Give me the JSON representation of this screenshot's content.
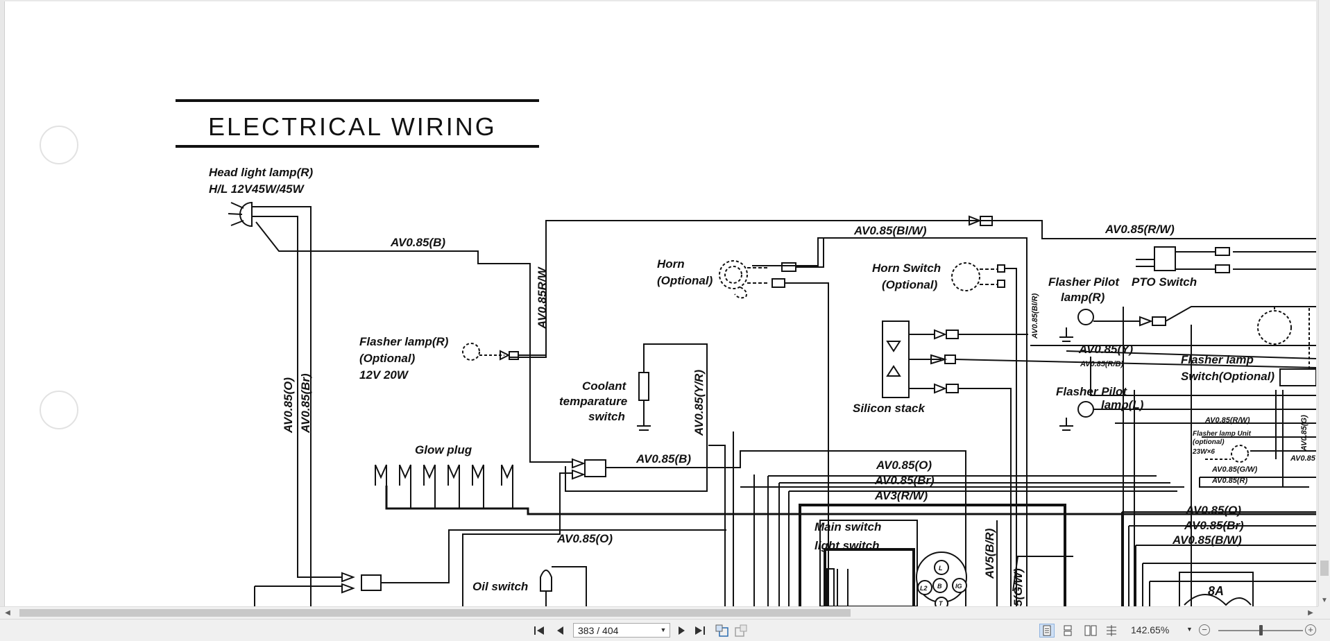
{
  "document": {
    "title": "ELECTRICAL WIRING",
    "labels": {
      "headlight": [
        "Head light lamp(R)",
        "H/L 12V45W/45W"
      ],
      "wire_b_top": "AV0.85(B)",
      "wire_rw_vert": "AV0.85R/W",
      "wire_blw": "AV0.85(Bl/W)",
      "wire_rw_top": "AV0.85(R/W)",
      "horn": [
        "Horn",
        "(Optional)"
      ],
      "horn_switch": [
        "Horn Switch",
        "(Optional)"
      ],
      "flasher_pilot_r": [
        "Flasher Pilot",
        "lamp(R)"
      ],
      "pto_switch": "PTO Switch",
      "flasher_lamp_r": [
        "Flasher lamp(R)",
        "(Optional)",
        "12V 20W"
      ],
      "coolant": [
        "Coolant",
        "temparature",
        "switch"
      ],
      "wire_yr": "AV0.85(Y/R)",
      "wire_o_vert": "AV0.85(O)",
      "wire_br_vert": "AV0.85(Br)",
      "wire_blr_vert": "AV0.85(Bl/R)",
      "wire_y": "AV0.85(Y)",
      "wire_rb": "AV0.85(R/B)",
      "flasher_lamp_switch": [
        "Flasher lamp",
        "Switch(Optional)"
      ],
      "silicon_stack": "Silicon stack",
      "flasher_pilot_l": [
        "Flasher Pilot",
        "lamp(L)"
      ],
      "wire_rw_small": "AV0.85(R/W)",
      "flasher_unit": [
        "Flasher lamp Unit",
        "(optional)",
        "23W×6"
      ],
      "wire_g_vert": "AV0.85(G)",
      "wire_gw": "AV0.85(G/W)",
      "wire_r": "AV0.85(R)",
      "wire_av085_cut": "AV0.85",
      "glow_plug": "Glow plug",
      "wire_b_mid": "AV0.85(B)",
      "wire_o_mid": "AV0.85(O)",
      "wire_br_mid": "AV0.85(Br)",
      "wire_av3": "AV3(R/W)",
      "wire_o_right": "AV0.85(O)",
      "wire_br_right": "AV0.85(Br)",
      "wire_bw_right": "AV0.85(B/W)",
      "main_switch": [
        "Main switch",
        "light switch"
      ],
      "wire_av5": "AV5(B/R)",
      "wire_o_bottom": "AV0.85(O)",
      "oil_switch": "Oil switch",
      "wire_5gw": "5(G/W)",
      "fuse_8a": "8A",
      "terminals": [
        "L",
        "B",
        "IG",
        "L2",
        "T"
      ]
    }
  },
  "toolbar": {
    "page_value": "383 / 404",
    "zoom_value": "142.65%",
    "icons": [
      "first-page-icon",
      "prev-page-icon",
      "next-page-icon",
      "last-page-icon",
      "rotate-icon",
      "rotate-back-icon",
      "single-page-icon",
      "continuous-icon",
      "facing-icon",
      "continuous-facing-icon",
      "zoom-out-icon",
      "zoom-in-icon"
    ]
  }
}
